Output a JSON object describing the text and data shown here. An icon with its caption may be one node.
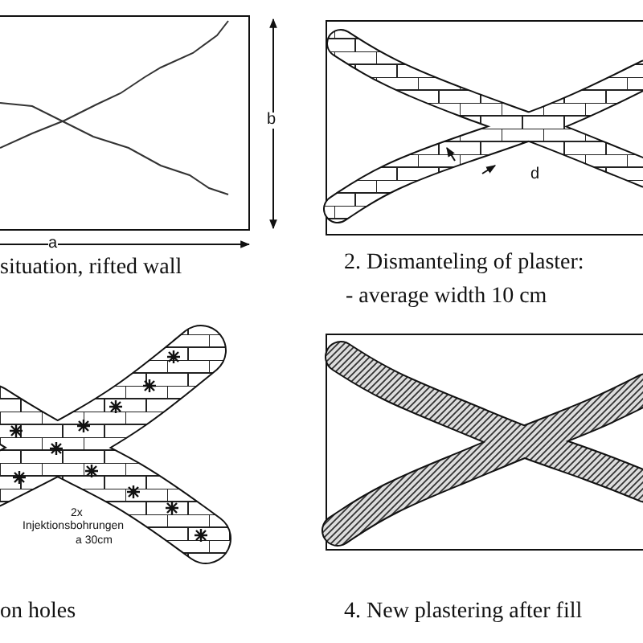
{
  "diagram": {
    "labels": [
      "b",
      "a",
      "situation, rifted wall",
      "d",
      "2. Dismanteling of plaster:",
      "- average width 10 cm",
      "2x",
      "Injektionsbohrungen",
      "a 30cm",
      "on holes",
      "4. New plastering after fill"
    ]
  }
}
